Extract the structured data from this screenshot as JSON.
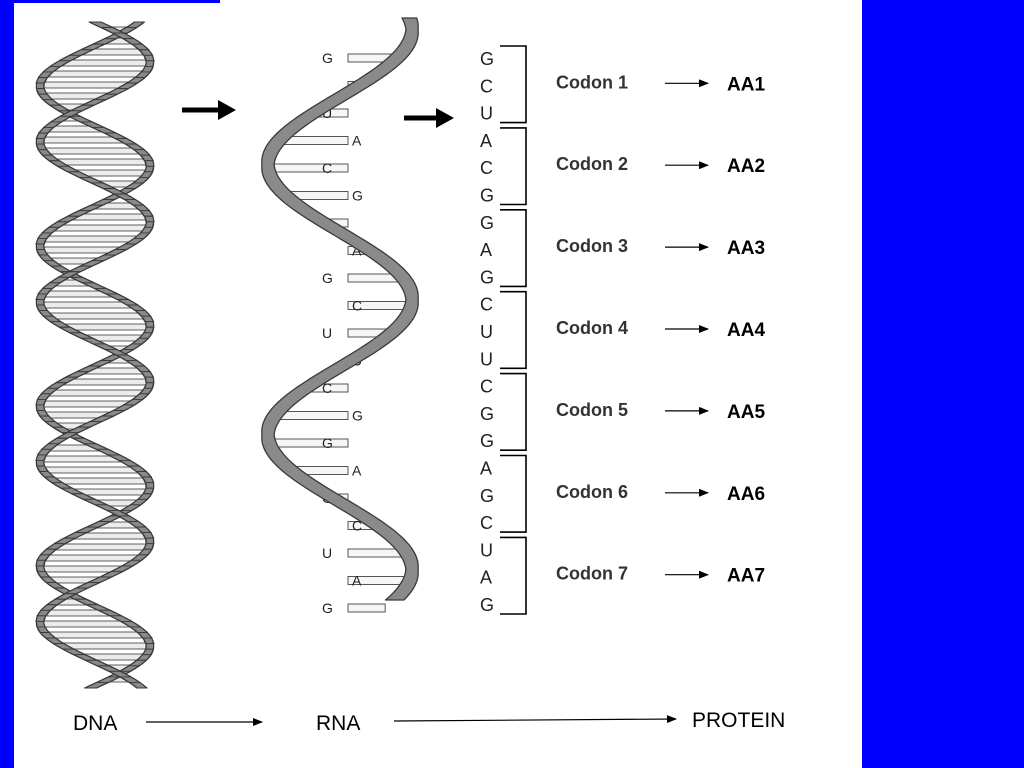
{
  "flow": {
    "dna": "DNA",
    "rna": "RNA",
    "protein": "PROTEIN"
  },
  "rna_bases": [
    "G",
    "C",
    "U",
    "A",
    "C",
    "G",
    "G",
    "A",
    "G",
    "C",
    "U",
    "U",
    "C",
    "G",
    "G",
    "A",
    "G",
    "C",
    "U",
    "A",
    "G"
  ],
  "mrna_sequence": [
    "G",
    "C",
    "U",
    "A",
    "C",
    "G",
    "G",
    "A",
    "G",
    "C",
    "U",
    "U",
    "C",
    "G",
    "G",
    "A",
    "G",
    "C",
    "U",
    "A",
    "G"
  ],
  "codons": [
    {
      "label": "Codon 1",
      "aa": "AA1"
    },
    {
      "label": "Codon 2",
      "aa": "AA2"
    },
    {
      "label": "Codon 3",
      "aa": "AA3"
    },
    {
      "label": "Codon 4",
      "aa": "AA4"
    },
    {
      "label": "Codon 5",
      "aa": "AA5"
    },
    {
      "label": "Codon 6",
      "aa": "AA6"
    },
    {
      "label": "Codon 7",
      "aa": "AA7"
    }
  ],
  "colors": {
    "background": "#0000ff",
    "slide": "#ffffff",
    "helix_fill": "#8a8a8a",
    "helix_stroke": "#3a3a3a",
    "rung": "#ececec"
  }
}
